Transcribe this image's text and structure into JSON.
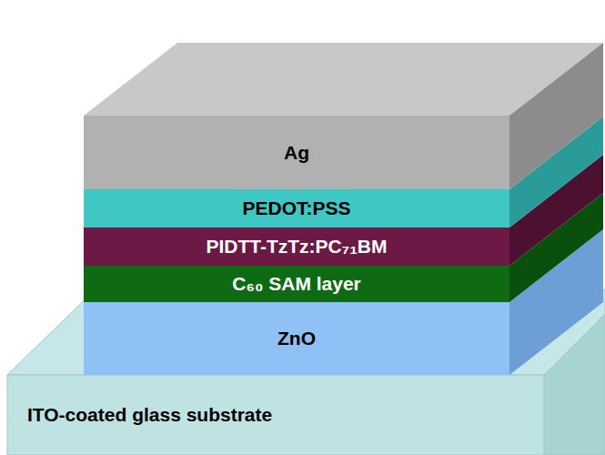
{
  "diagram": {
    "nodes": [
      {
        "text": [
          "Ag"
        ]
      },
      {
        "text": [
          "PEDOT:PSS"
        ]
      },
      {
        "text": [
          "PIDTT-TzTz:PC₇₁BM"
        ]
      },
      {
        "text": [
          "C₆₀ SAM layer"
        ]
      },
      {
        "text": [
          "ZnO"
        ]
      },
      {
        "text": [
          "ITO-coated glass substrate"
        ]
      }
    ]
  }
}
